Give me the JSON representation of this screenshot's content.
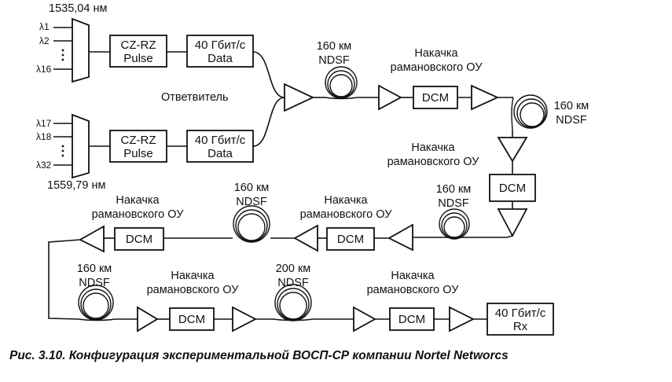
{
  "wavelength_top": "1535,04 нм",
  "wavelength_bottom": "1559,79 нм",
  "channels_top": [
    "λ1",
    "λ2",
    "λ16"
  ],
  "channels_bottom": [
    "λ17",
    "λ18",
    "λ32"
  ],
  "pulse_block": [
    "CZ-RZ",
    "Pulse"
  ],
  "data_block": [
    "40 Гбит/с",
    "Data"
  ],
  "coupler_label": "Ответвитель",
  "dcm_label": "DCM",
  "pump_label": [
    "Накачка",
    "рамановского ОУ"
  ],
  "fiber_160": [
    "160 км",
    "NDSF"
  ],
  "fiber_200": [
    "200 км",
    "NDSF"
  ],
  "rx_block": [
    "40 Гбит/с",
    "Rx"
  ],
  "caption": "Рис. 3.10. Конфигурация экспериментальной ВОСП-СР компании Nortel Networcs"
}
